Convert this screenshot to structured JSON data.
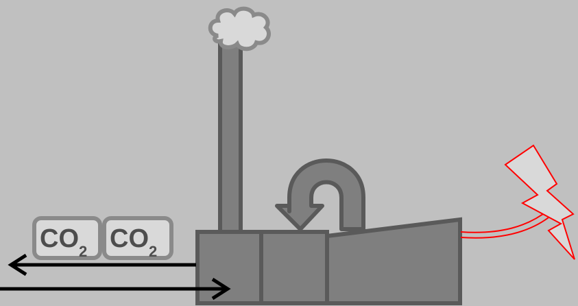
{
  "diagram": {
    "co2_capsules": [
      {
        "label": "CO",
        "subscript": "2"
      },
      {
        "label": "CO",
        "subscript": "2"
      }
    ],
    "colors": {
      "background": "#c0c0c0",
      "machine_fill": "#7f7f7f",
      "machine_stroke": "#5a5a5a",
      "chimney_fill": "#7f7f7f",
      "smoke_fill": "#d9d9d9",
      "smoke_stroke": "#8a8a8a",
      "capsule_fill": "#d9d9d9",
      "capsule_stroke": "#8a8a8a",
      "arrow": "#000000",
      "power_line": "#ff0000",
      "lightning_fill": "#d9d9d9",
      "lightning_stroke": "#ff0000"
    },
    "icons": {
      "plant": "power-plant-icon",
      "chimney": "chimney-icon",
      "smoke": "smoke-cloud-icon",
      "recycle_arrow": "u-turn-arrow-icon",
      "lightning": "lightning-bolt-icon",
      "flow_out": "arrow-left-icon",
      "flow_in": "arrow-right-icon"
    }
  }
}
